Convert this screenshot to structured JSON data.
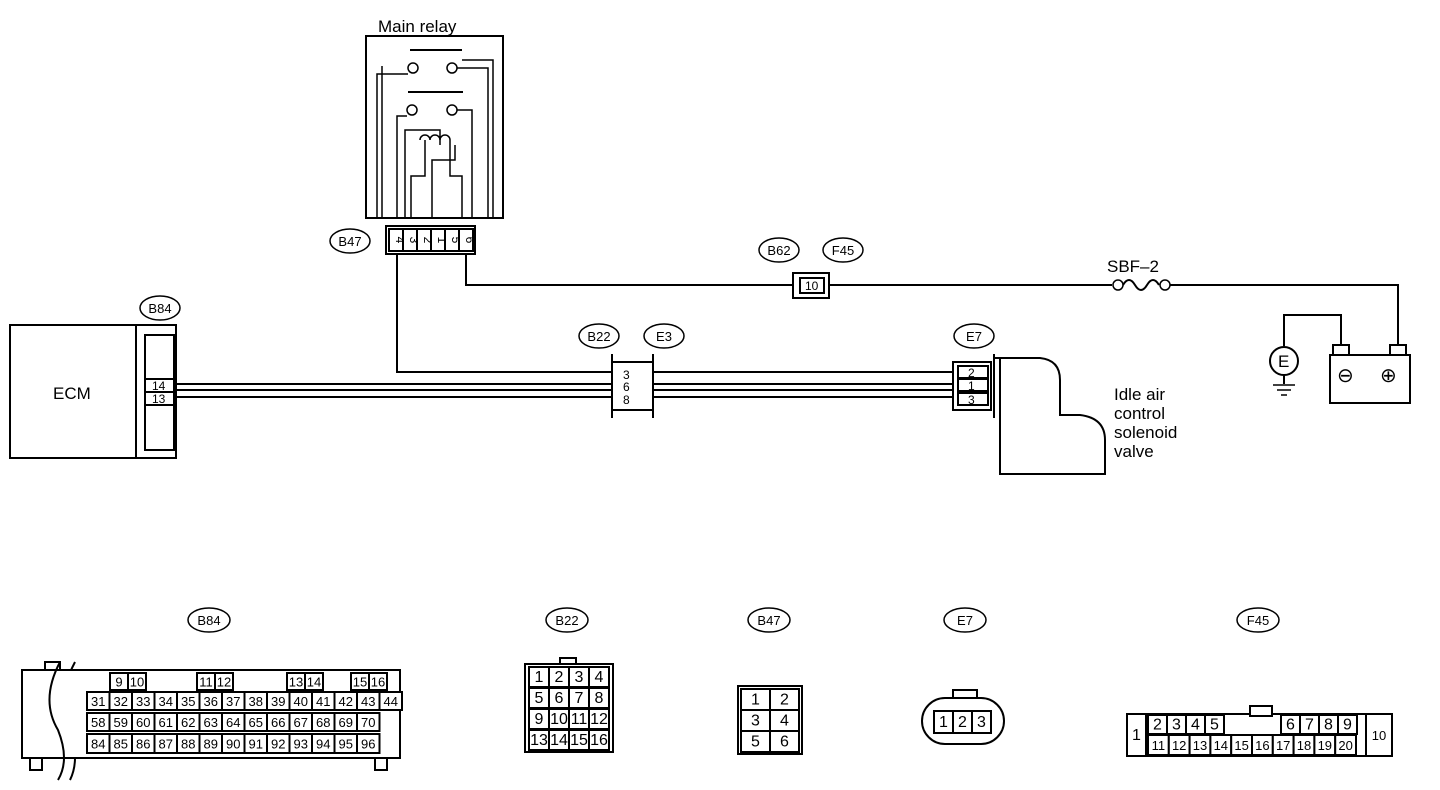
{
  "main_relay": {
    "title": "Main relay",
    "pins": [
      "4",
      "3",
      "2",
      "1",
      "5",
      "6"
    ]
  },
  "ecm": {
    "label": "ECM",
    "pins": [
      "14",
      "13"
    ]
  },
  "iacv": {
    "lines": [
      "Idle air",
      "control",
      "solenoid",
      "valve"
    ],
    "pins": [
      "2",
      "1",
      "3"
    ]
  },
  "joint_b22e3": {
    "pins": [
      "3",
      "6",
      "8"
    ]
  },
  "fuse": {
    "label": "SBF–2"
  },
  "b62_f45_pin": "10",
  "ground_label": "E",
  "battery": {
    "minus": "⊖",
    "plus": "⊕"
  },
  "connector_tags": {
    "b84_top": "B84",
    "b47_top": "B47",
    "b62": "B62",
    "f45_top": "F45",
    "b22_top": "B22",
    "e3": "E3",
    "e7_top": "E7",
    "b84_bot": "B84",
    "b22_bot": "B22",
    "b47_bot": "B47",
    "e7_bot": "E7",
    "f45_bot": "F45"
  },
  "connectors": {
    "b84": {
      "row1": [
        "9",
        "10",
        "11",
        "12",
        "13",
        "14",
        "15",
        "16"
      ],
      "row2": [
        "31",
        "32",
        "33",
        "34",
        "35",
        "36",
        "37",
        "38",
        "39",
        "40",
        "41",
        "42",
        "43",
        "44"
      ],
      "row3": [
        "58",
        "59",
        "60",
        "61",
        "62",
        "63",
        "64",
        "65",
        "66",
        "67",
        "68",
        "69",
        "70"
      ],
      "row4": [
        "84",
        "85",
        "86",
        "87",
        "88",
        "89",
        "90",
        "91",
        "92",
        "93",
        "94",
        "95",
        "96"
      ]
    },
    "b22": [
      "1",
      "2",
      "3",
      "4",
      "5",
      "6",
      "7",
      "8",
      "9",
      "10",
      "11",
      "12",
      "13",
      "14",
      "15",
      "16"
    ],
    "b47": [
      "1",
      "2",
      "3",
      "4",
      "5",
      "6"
    ],
    "e7": [
      "1",
      "2",
      "3"
    ],
    "f45": {
      "left": "1",
      "top": [
        "2",
        "3",
        "4",
        "5",
        "6",
        "7",
        "8",
        "9"
      ],
      "bottom": [
        "11",
        "12",
        "13",
        "14",
        "15",
        "16",
        "17",
        "18",
        "19",
        "20"
      ],
      "right": "10"
    }
  }
}
